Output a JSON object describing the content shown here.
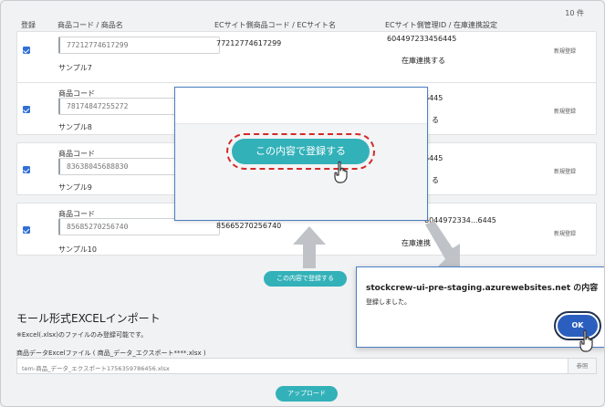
{
  "header": {
    "count": "10 件",
    "col_register": "登録",
    "col_product": "商品コード / 商品名",
    "col_ec": "ECサイト側商品コード / ECサイト名",
    "col_stock": "ECサイト側管理ID / 在庫連携設定"
  },
  "rows": [
    {
      "checked": true,
      "code_label": "",
      "code": "77212774617299",
      "name": "サンプル7",
      "ec_code": "77212774617299",
      "ec_id": "604497233456445",
      "status": "在庫連携する",
      "register": "新規登録"
    },
    {
      "checked": true,
      "code_label": "商品コード",
      "code": "78174847255272",
      "name": "サンプル8",
      "ec_code": "",
      "ec_id": "6445",
      "status": "る",
      "register": "新規登録"
    },
    {
      "checked": true,
      "code_label": "商品コード",
      "code": "83638045688830",
      "name": "サンプル9",
      "ec_code": "",
      "ec_id": "6445",
      "status": "る",
      "register": "新規登録"
    },
    {
      "checked": true,
      "code_label": "商品コード",
      "code": "85685270256740",
      "name": "サンプル10",
      "ec_code": "85665270256740",
      "ec_id": "6044972334...6445",
      "status": "在庫連携",
      "register": "新規登録"
    }
  ],
  "confirm_dialog": {
    "button_label": "この内容で登録する"
  },
  "register_button": "この内容で登録する",
  "import_section": {
    "title": "モール形式EXCELインポート",
    "note": "※Excel(.xlsx)のファイルのみ登録可能です。",
    "file_label": "商品データExcelファイル ( 商品_データ_エクスポート****.xlsx )",
    "file_value": "tem-商品_データ_エクスポート1756359786456.xlsx",
    "browse_label": "参照",
    "upload_label": "アップロード"
  },
  "alert_dialog": {
    "title": "stockcrew-ui-pre-staging.azurewebsites.net の内容",
    "message": "登録しました。",
    "ok_label": "OK"
  },
  "colors": {
    "accent": "#33b1b9",
    "primary": "#2b5fbf",
    "highlight": "#d32a2a",
    "checkbox": "#2f6fd6"
  }
}
